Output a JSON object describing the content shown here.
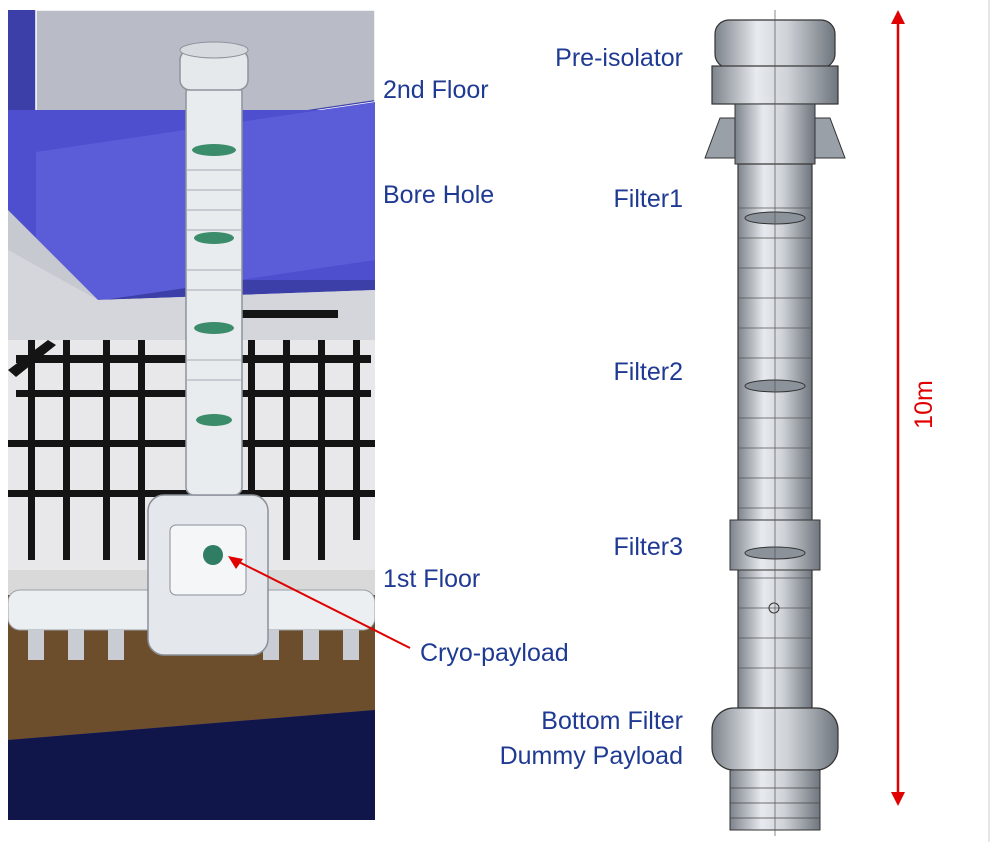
{
  "left_labels": {
    "second_floor": "2nd Floor",
    "bore_hole": "Bore Hole",
    "first_floor": "1st Floor",
    "cryo_payload": "Cryo-payload"
  },
  "right_labels": {
    "pre_isolator": "Pre-isolator",
    "filter1": "Filter1",
    "filter2": "Filter2",
    "filter3": "Filter3",
    "bottom_filter": "Bottom Filter",
    "dummy_payload": "Dummy Payload"
  },
  "scale": {
    "label": "10m",
    "color": "#e00000"
  },
  "colors": {
    "label_text": "#1f3a93",
    "callout_arrow": "#e00000"
  }
}
